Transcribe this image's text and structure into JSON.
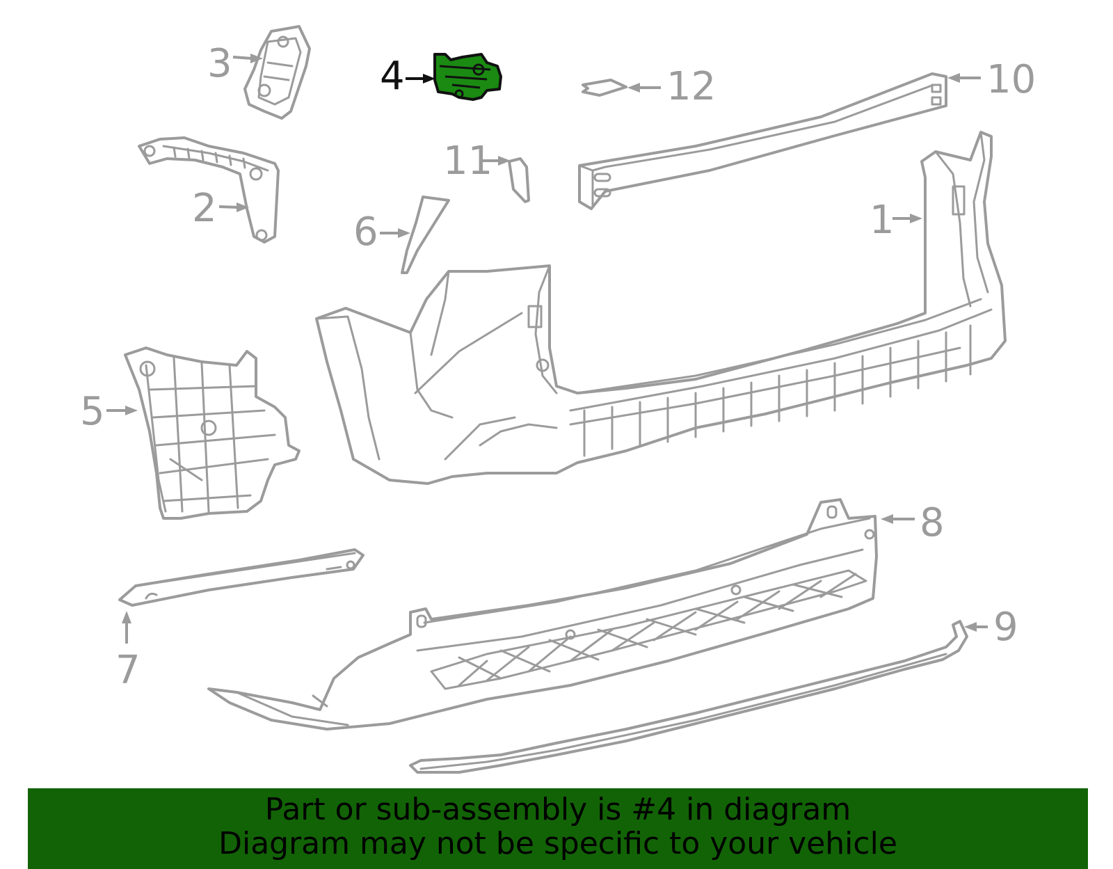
{
  "diagram": {
    "callouts": {
      "c1": "1",
      "c2": "2",
      "c3": "3",
      "c4": "4",
      "c5": "5",
      "c6": "6",
      "c7": "7",
      "c8": "8",
      "c9": "9",
      "c10": "10",
      "c11": "11",
      "c12": "12"
    },
    "highlighted_part": "4",
    "colors": {
      "highlight_fill": "#1a8a12",
      "banner_background": "#126306",
      "line_art": "#9b9b9b"
    },
    "icons": {
      "part_1": "bumper-cover-icon",
      "part_2": "side-bracket-icon",
      "part_3": "mount-bracket-icon",
      "part_4": "sensor-bracket-icon",
      "part_5": "splash-shield-icon",
      "part_6": "trim-strip-icon",
      "part_7": "reflector-icon",
      "part_8": "lower-valance-icon",
      "part_9": "lower-molding-icon",
      "part_10": "reinforcement-beam-icon",
      "part_11": "pad-icon",
      "part_12": "label-icon"
    }
  },
  "banner": {
    "line1": "Part or sub-assembly is #4 in diagram",
    "line2": "Diagram may not be specific to your vehicle"
  }
}
